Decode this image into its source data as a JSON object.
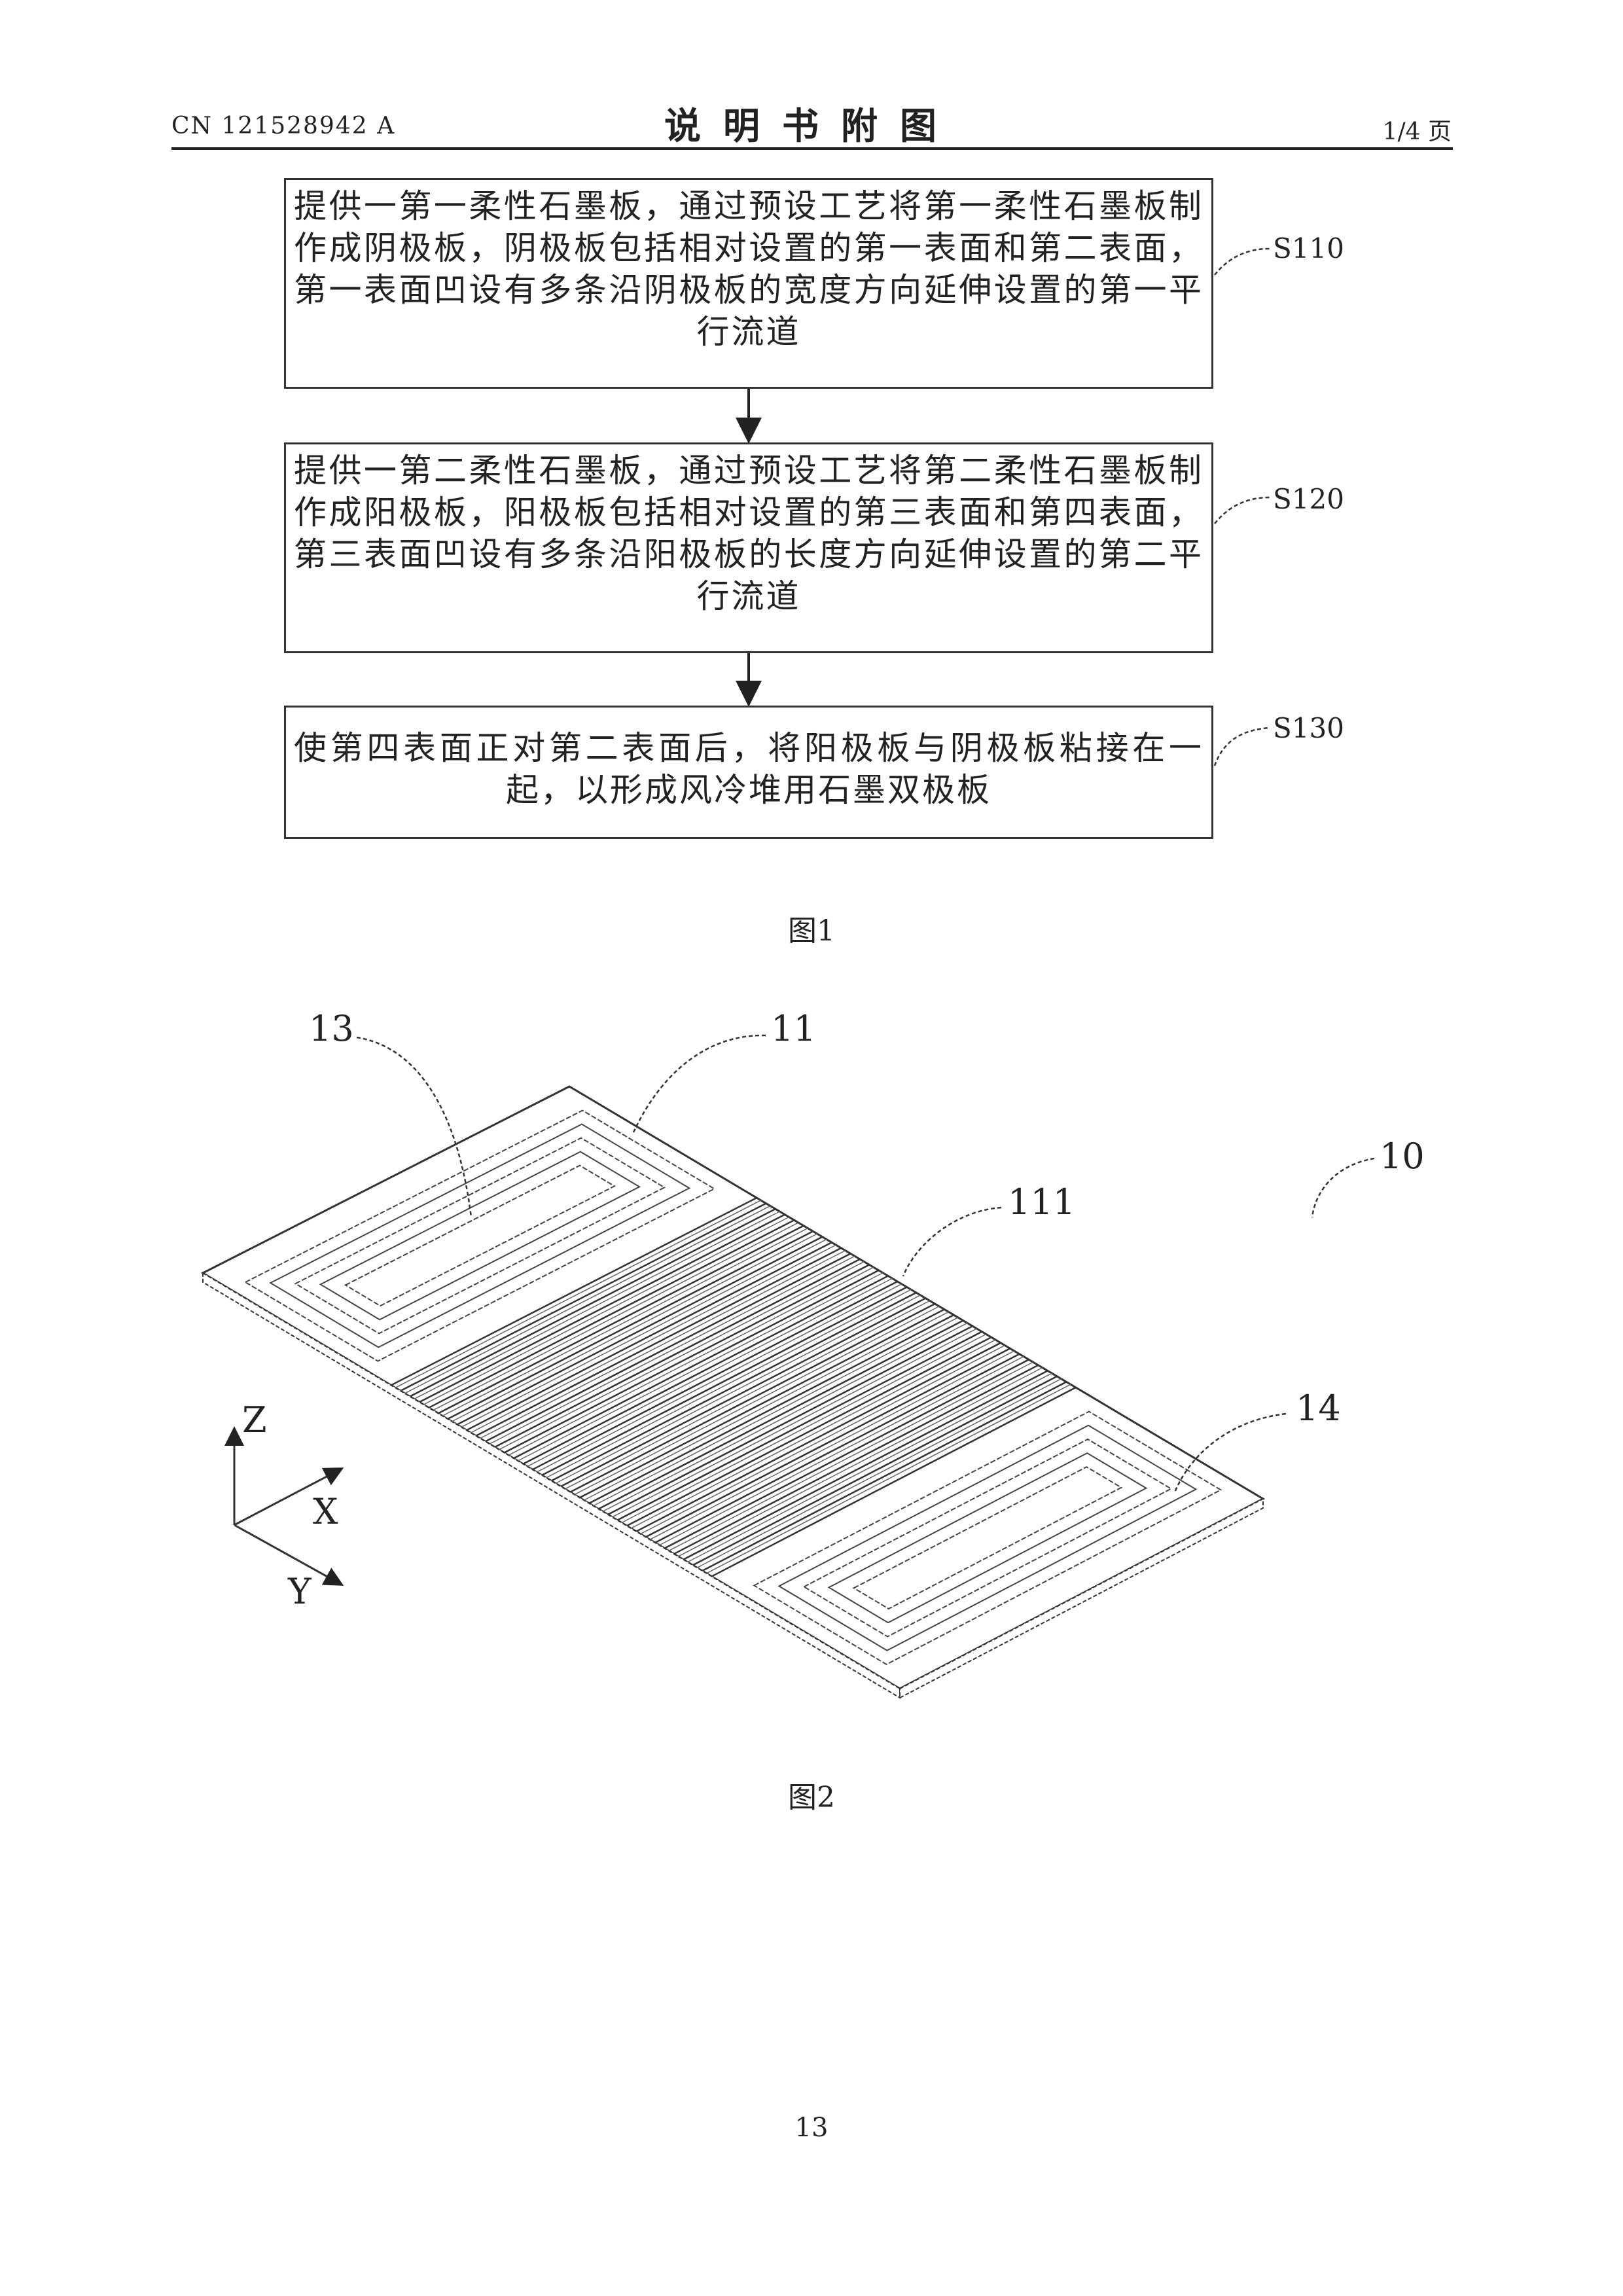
{
  "header": {
    "publication": "CN 121528942 A",
    "title": "说明书附图",
    "page_info": "1/4 页"
  },
  "figure1": {
    "steps": [
      {
        "label": "S110",
        "text": "提供一第一柔性石墨板，通过预设工艺将第一柔性石墨板制作成阴极板，阴极板包括相对设置的第一表面和第二表面，第一表面凹设有多条沿阴极板的宽度方向延伸设置的第一平行流道"
      },
      {
        "label": "S120",
        "text": "提供一第二柔性石墨板，通过预设工艺将第二柔性石墨板制作成阳极板，阳极板包括相对设置的第三表面和第四表面，第三表面凹设有多条沿阳极板的长度方向延伸设置的第二平行流道"
      },
      {
        "label": "S130",
        "text": "使第四表面正对第二表面后，将阳极板与阴极板粘接在一起，以形成风冷堆用石墨双极板"
      }
    ],
    "caption": "图1"
  },
  "figure2": {
    "labels": {
      "l13": "13",
      "l11": "11",
      "l10": "10",
      "l111": "111",
      "l14": "14",
      "axis_z": "Z",
      "axis_x": "X",
      "axis_y": "Y"
    },
    "caption": "图2"
  },
  "page_number": "13"
}
